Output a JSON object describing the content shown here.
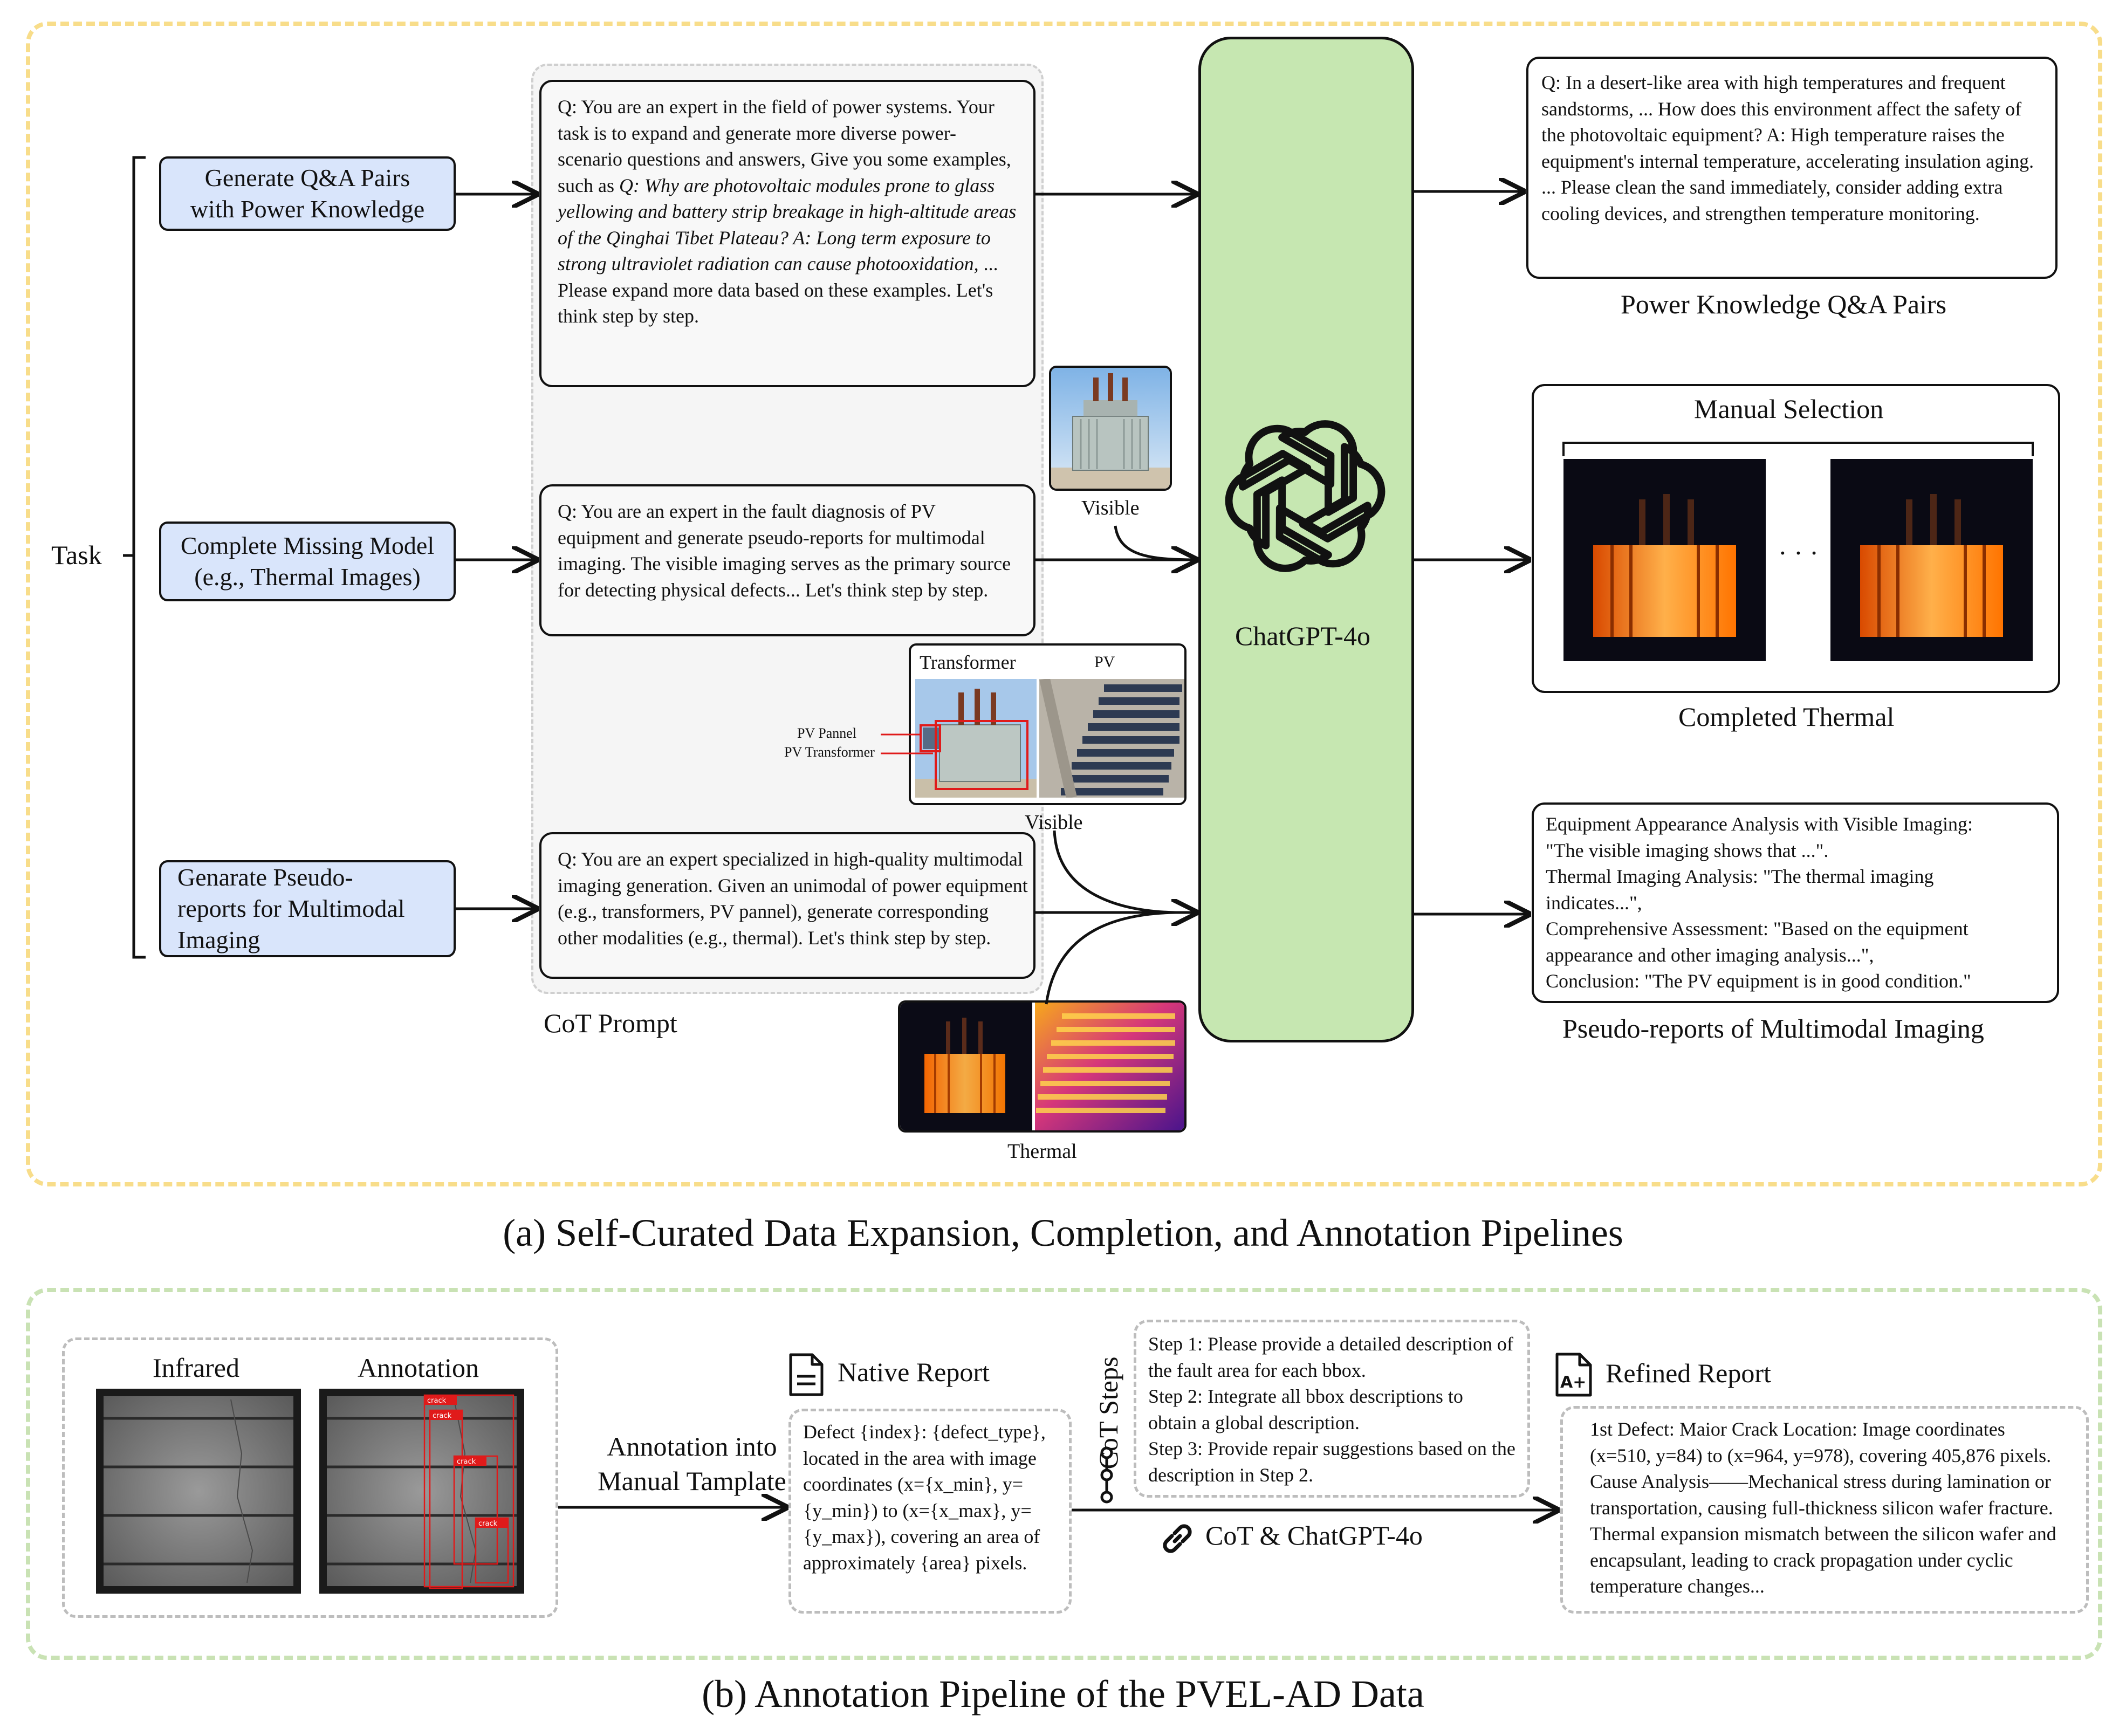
{
  "panel_a": {
    "caption": "(a) Self-Curated Data Expansion, Completion, and Annotation Pipelines",
    "task_label": "Task",
    "tasks": [
      {
        "line1": "Generate Q&A Pairs",
        "line2": "with Power Knowledge"
      },
      {
        "line1": "Complete Missing Model",
        "line2": "(e.g., Thermal Images)"
      },
      {
        "line1": "Genarate Pseudo-",
        "line2": "reports for Multimodal",
        "line3": "Imaging"
      }
    ],
    "cot_prompt_label": "CoT Prompt",
    "prompt1": {
      "text_a": "Q: You are an expert in the field of power systems. Your task is to expand and generate more diverse power-scenario questions and answers, Give you some examples, such as ",
      "italic": "Q: Why are photovoltaic modules prone to glass yellowing and battery strip breakage in high-altitude areas of the Qinghai Tibet Plateau? A: Long term exposure to strong ultraviolet radiation can cause photooxidation,",
      "text_b": " ... Please expand more data based on these examples. Let's think step by step."
    },
    "prompt2": "Q: You are an expert in the fault diagnosis of PV equipment and generate pseudo-reports for multimodal imaging. The visible imaging serves as the primary source for detecting physical defects... Let's think step by step.",
    "prompt3": "Q: You are an expert specialized in high-quality multimodal imaging generation. Given an unimodal of power equipment (e.g., transformers, PV pannel), generate corresponding other modalities (e.g., thermal). Let's think step by step.",
    "visible_label_1": "Visible",
    "visible_label_2": "Visible",
    "thermal_label": "Thermal",
    "transformer_label": "Transformer",
    "pv_label": "PV",
    "pv_pannel_tag": "PV Pannel",
    "pv_transformer_tag": "PV Transformer",
    "gpt_label": "ChatGPT-4o",
    "qa_output": "Q: In a desert-like area with high temperatures and frequent sandstorms, ... How does this environment affect the safety of the photovoltaic equipment? A: High temperature raises the equipment's internal temperature, accelerating insulation aging. ... Please clean the sand immediately, consider adding extra cooling devices, and strengthen temperature monitoring.",
    "qa_output_label": "Power Knowledge Q&A Pairs",
    "manual_selection": "Manual Selection",
    "ellipsis": "· · ·",
    "completed_thermal": "Completed Thermal",
    "report_lines": [
      "Equipment Appearance Analysis with Visible Imaging:",
      "\"The visible imaging shows that ...\".",
      "Thermal Imaging Analysis: \"The thermal imaging",
      "indicates...\",",
      "Comprehensive Assessment: \"Based on the equipment",
      "appearance and other imaging analysis...\",",
      "Conclusion: \"The PV equipment is in good condition.\""
    ],
    "report_label": "Pseudo-reports of Multimodal Imaging"
  },
  "panel_b": {
    "caption": "(b) Annotation Pipeline of the PVEL-AD Data",
    "infrared_label": "Infrared",
    "annotation_label": "Annotation",
    "crack_tags": [
      "crack",
      "crack",
      "crack",
      "crack"
    ],
    "arrow_label_line1": "Annotation into",
    "arrow_label_line2": "Manual Tamplate",
    "native_report_title": "Native Report",
    "native_report_text": "Defect {index}: {defect_type}, located in the area with image coordinates (x={x_min}, y={y_min}) to (x={x_max}, y={y_max}), covering an area of approximately {area} pixels.",
    "cot_steps_label": "CoT Steps",
    "steps": [
      "Step 1: Please provide a detailed description of the fault area for each bbox.",
      "Step 2: Integrate all bbox descriptions to obtain a global description.",
      "Step 3: Provide repair suggestions based on the description in Step 2."
    ],
    "cot_gpt_label": "CoT & ChatGPT-4o",
    "refined_report_title": "Refined Report",
    "refined_report_text": "1st Defect: Maior Crack Location: Image coordinates (x=510, y=84) to (x=964, y=978), covering 405,876 pixels. Cause Analysis——Mechanical stress during lamination or transportation, causing full-thickness silicon wafer fracture. Thermal expansion mismatch between the silicon wafer and encapsulant, leading to crack propagation under cyclic temperature changes..."
  }
}
